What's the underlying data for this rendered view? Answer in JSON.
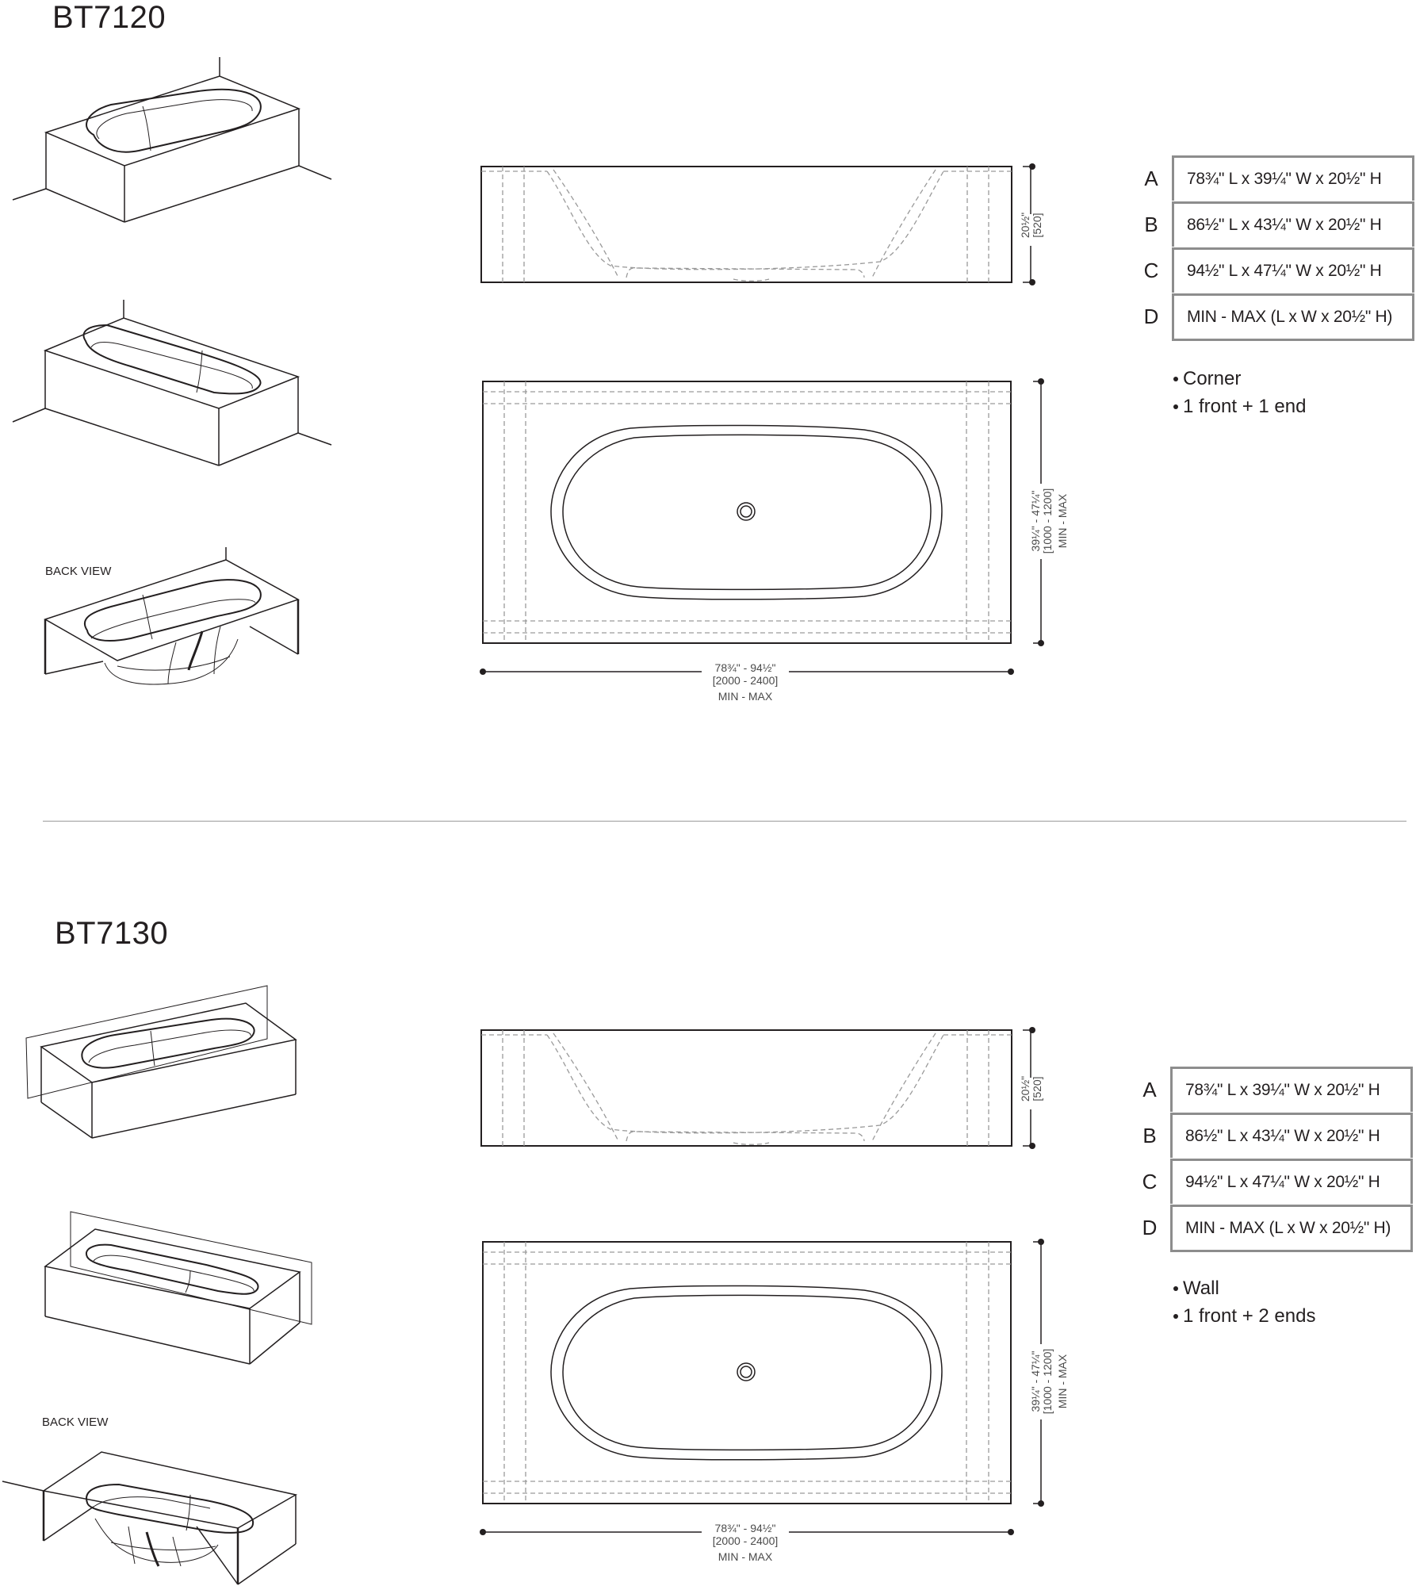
{
  "products": [
    {
      "model": "BT7120",
      "back_view_label": "BACK VIEW",
      "dimensions": {
        "height_label": "20½\"",
        "height_mm": "[520]",
        "width_label": "39¼\" - 47¼\"",
        "width_mm": "[1000 - 1200]",
        "width_range": "MIN - MAX",
        "length_label": "78¾\" - 94½\"",
        "length_mm": "[2000 - 2400]",
        "length_range": "MIN - MAX"
      },
      "sizes": [
        {
          "letter": "A",
          "value": "78¾\" L x 39¼\" W x 20½\" H"
        },
        {
          "letter": "B",
          "value": "86½\" L x 43¼\" W x 20½\" H"
        },
        {
          "letter": "C",
          "value": "94½\" L x 47¼\" W x 20½\" H"
        },
        {
          "letter": "D",
          "value": "MIN - MAX (L x W x 20½\" H)"
        }
      ],
      "features": [
        "Corner",
        "1 front + 1 end"
      ]
    },
    {
      "model": "BT7130",
      "back_view_label": "BACK VIEW",
      "dimensions": {
        "height_label": "20½\"",
        "height_mm": "[520]",
        "width_label": "39¼\" - 47¼\"",
        "width_mm": "[1000 - 1200]",
        "width_range": "MIN - MAX",
        "length_label": "78¾\" - 94½\"",
        "length_mm": "[2000 - 2400]",
        "length_range": "MIN - MAX"
      },
      "sizes": [
        {
          "letter": "A",
          "value": "78¾\" L x 39¼\" W x 20½\" H"
        },
        {
          "letter": "B",
          "value": "86½\" L x 43¼\" W x 20½\" H"
        },
        {
          "letter": "C",
          "value": "94½\" L x 47¼\" W x 20½\" H"
        },
        {
          "letter": "D",
          "value": "MIN - MAX (L x W x 20½\" H)"
        }
      ],
      "features": [
        "Wall",
        "1 front + 2 ends"
      ]
    }
  ],
  "colors": {
    "line": "#231f20",
    "dashed": "#9a9a9a",
    "table_border": "#8d8d8d",
    "divider": "#9a9a9a"
  }
}
